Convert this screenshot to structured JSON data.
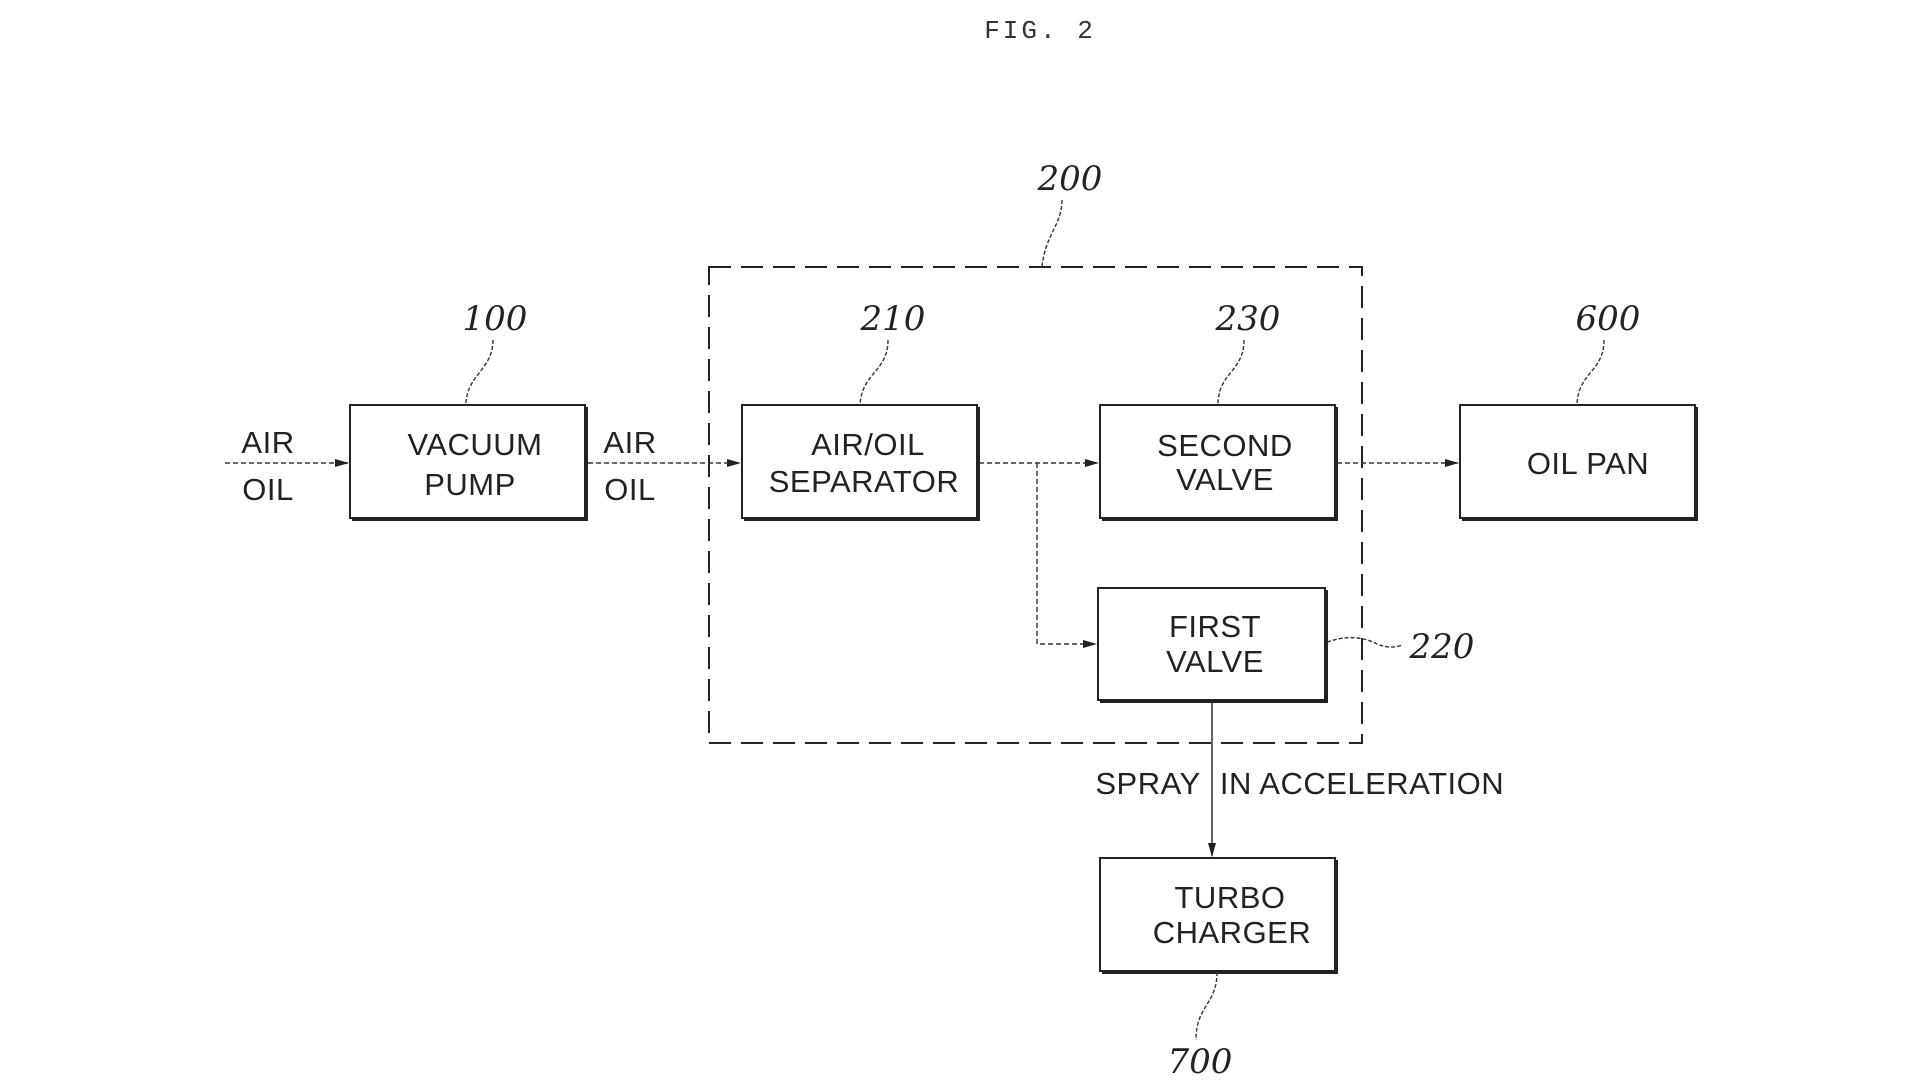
{
  "figure": {
    "title": "FIG. 2"
  },
  "group": {
    "ref": "200"
  },
  "blocks": {
    "vacuum_pump": {
      "ref": "100",
      "line1": "VACUUM",
      "line2": "PUMP"
    },
    "separator": {
      "ref": "210",
      "line1": "AIR/OIL",
      "line2": "SEPARATOR"
    },
    "second_valve": {
      "ref": "230",
      "line1": "SECOND",
      "line2": "VALVE"
    },
    "first_valve": {
      "ref": "220",
      "line1": "FIRST",
      "line2": "VALVE"
    },
    "oil_pan": {
      "ref": "600",
      "line1": "OIL PAN"
    },
    "turbo_charger": {
      "ref": "700",
      "line1": "TURBO",
      "line2": "CHARGER"
    }
  },
  "flow_labels": {
    "input": {
      "top": "AIR",
      "bottom": "OIL"
    },
    "pump_out": {
      "top": "AIR",
      "bottom": "OIL"
    },
    "spray": {
      "left": "SPRAY",
      "right": "IN ACCELERATION"
    }
  }
}
